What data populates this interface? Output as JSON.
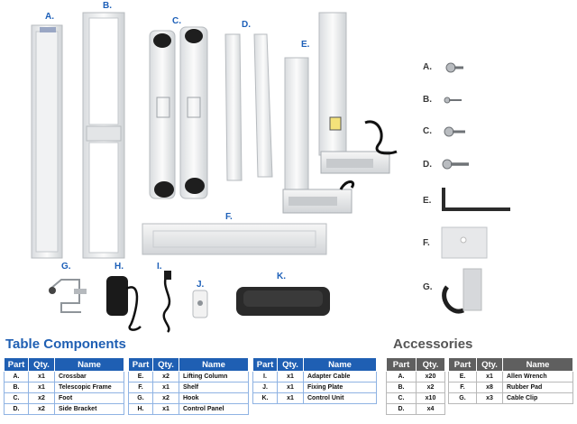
{
  "labels": {
    "a": "A.",
    "b": "B.",
    "c": "C.",
    "d": "D.",
    "e": "E.",
    "f": "F.",
    "g": "G.",
    "h": "H.",
    "i": "I.",
    "j": "J.",
    "k": "K."
  },
  "acc_labels": {
    "a": "A.",
    "b": "B.",
    "c": "C.",
    "d": "D.",
    "e": "E.",
    "f": "F.",
    "g": "G."
  },
  "titles": {
    "table_components": "Table Components",
    "accessories": "Accessories"
  },
  "columns": {
    "part": "Part",
    "qty": "Qty.",
    "name": "Name"
  },
  "table_components": {
    "group1": [
      {
        "part": "A.",
        "qty": "x1",
        "name": "Crossbar"
      },
      {
        "part": "B.",
        "qty": "x1",
        "name": "Telescopic Frame"
      },
      {
        "part": "C.",
        "qty": "x2",
        "name": "Foot"
      },
      {
        "part": "D.",
        "qty": "x2",
        "name": "Side Bracket"
      }
    ],
    "group2": [
      {
        "part": "E.",
        "qty": "x2",
        "name": "Lifting Column"
      },
      {
        "part": "F.",
        "qty": "x1",
        "name": "Shelf"
      },
      {
        "part": "G.",
        "qty": "x2",
        "name": "Hook"
      },
      {
        "part": "H.",
        "qty": "x1",
        "name": "Control Panel"
      }
    ],
    "group3": [
      {
        "part": "I.",
        "qty": "x1",
        "name": "Adapter Cable"
      },
      {
        "part": "J.",
        "qty": "x1",
        "name": "Fixing Plate"
      },
      {
        "part": "K.",
        "qty": "x1",
        "name": "Control Unit"
      }
    ]
  },
  "accessories": {
    "group1": [
      {
        "part": "A.",
        "qty": "x20"
      },
      {
        "part": "B.",
        "qty": "x2"
      },
      {
        "part": "C.",
        "qty": "x10"
      },
      {
        "part": "D.",
        "qty": "x4"
      }
    ],
    "group2": [
      {
        "part": "E.",
        "qty": "x1",
        "name": "Allen Wrench"
      },
      {
        "part": "F.",
        "qty": "x8",
        "name": "Rubber Pad"
      },
      {
        "part": "G.",
        "qty": "x3",
        "name": "Cable Clip"
      }
    ]
  },
  "colors": {
    "blue": "#1f5fb3",
    "gray": "#5f5f5f"
  }
}
